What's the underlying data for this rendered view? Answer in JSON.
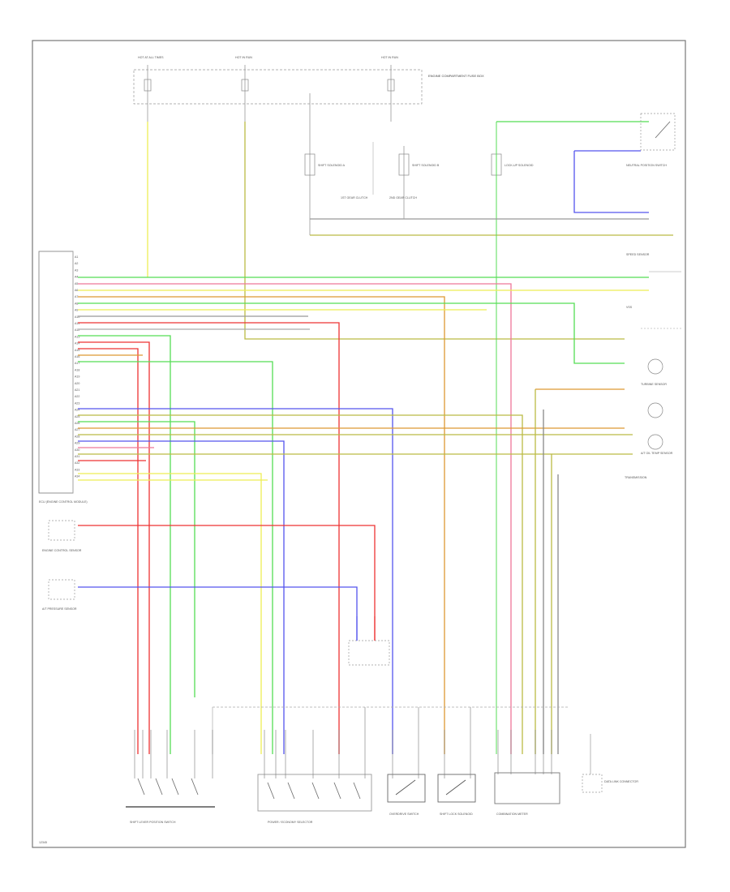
{
  "fuses": [
    {
      "id": "fuse-left",
      "label": "HOT AT ALL TIMES"
    },
    {
      "id": "fuse-mid",
      "label": "HOT IN RUN"
    },
    {
      "id": "fuse-right",
      "label": "HOT IN RUN"
    }
  ],
  "fuse_box_label": "ENGINE COMPARTMENT FUSE BOX",
  "solenoids": [
    "SHIFT SOLENOID A",
    "SHIFT SOLENOID B",
    "LOCK-UP SOLENOID"
  ],
  "clutch_labels": [
    "1ST GEAR CLUTCH",
    "2ND GEAR CLUTCH"
  ],
  "connector_pins": [
    "A1",
    "A2",
    "A3",
    "A4",
    "A5",
    "A6",
    "A7",
    "A8",
    "A9",
    "A10",
    "A11",
    "A12",
    "A13",
    "A14",
    "A15",
    "A16",
    "A17",
    "A18",
    "A19",
    "A20",
    "A21",
    "A22",
    "A23",
    "A24",
    "A25",
    "A26",
    "A27",
    "A28",
    "A29",
    "A30",
    "A31",
    "A32",
    "A33",
    "A34"
  ],
  "ecm_label": "ECU (ENGINE CONTROL MODULE)",
  "right_components": [
    "NEUTRAL POSITION SWITCH",
    "SPEED SENSOR",
    "VSS",
    "TURBINE SENSOR",
    "A/T OIL TEMP SENSOR",
    "TRANSMISSION"
  ],
  "left_aux_labels": [
    "ENGINE CONTROL SENSOR",
    "A/T PRESSURE SENSOR"
  ],
  "bottom_components": [
    "SHIFT LEVER POSITION SWITCH",
    "POWER / ECONOMY SELECTOR",
    "OVERDRIVE SWITCH",
    "SHIFT LOCK SOLENOID",
    "COMBINATION METER",
    "DATA LINK CONNECTOR"
  ],
  "footer_code": "12345",
  "colors": {
    "yellow": "#eeee55",
    "red": "#ee3333",
    "green": "#55dd55",
    "blue": "#5555ee",
    "orange": "#dd9933",
    "pink": "#ee7799",
    "olive": "#bbbb44",
    "gray": "#888888",
    "frame": "#777777"
  }
}
